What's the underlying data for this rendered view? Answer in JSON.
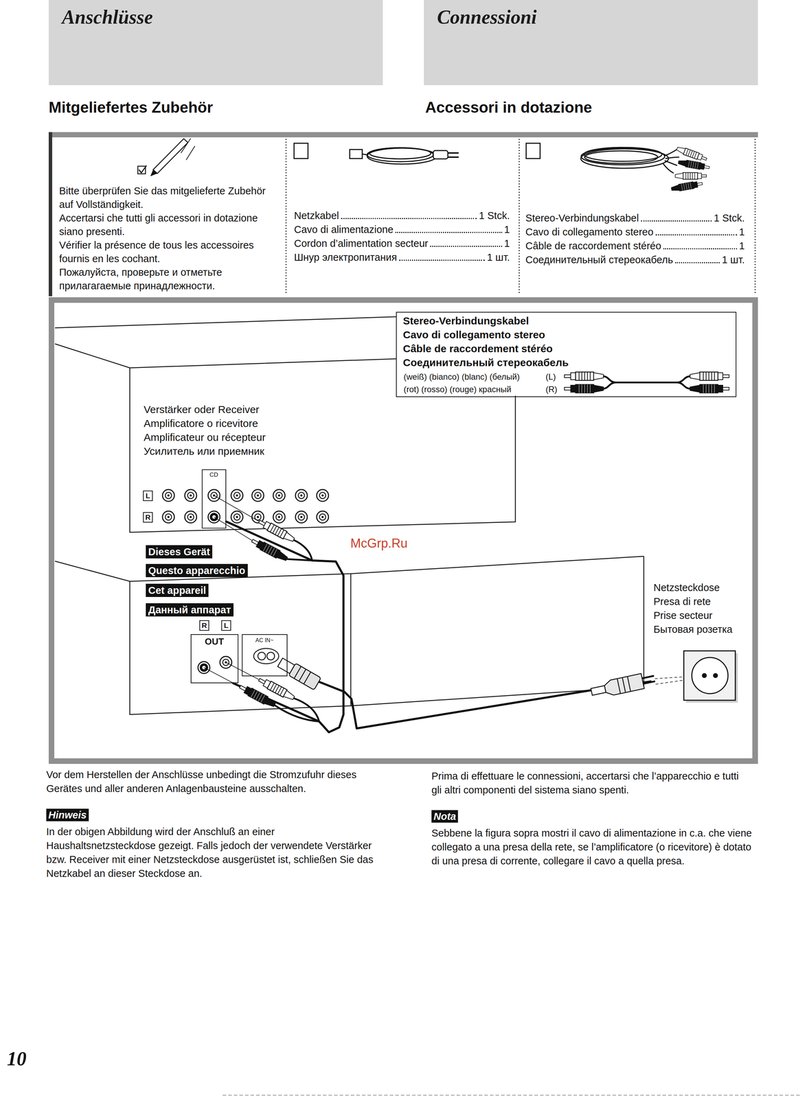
{
  "diagram": {
    "nodes": [
      {
        "text": [
          "Anschlüsse"
        ]
      },
      {
        "text": [
          "Connessioni"
        ]
      },
      {
        "text": [
          "Bitte überprüfen Sie das mitgelieferte Zubehör auf Vollständigkeit.",
          "Accertarsi che tutti gli accessori in dotazione siano presenti.",
          "Vérifier la présence de tous les accessoires fournis en les cochant.",
          "Пожалуйста, проверьте и отметьте прилагагаемые принадлежности."
        ]
      },
      {
        "text": [
          "Netzkabel",
          "1 Stck.",
          "Cavo di alimentazione",
          "1",
          "Cordon d’alimentation secteur",
          "1",
          "Шнур электропитания",
          "1 шт."
        ]
      },
      {
        "text": [
          "Stereo-Verbindungskabel",
          "1 Stck.",
          "Cavo di collegamento stereo",
          "1",
          "Câble de raccordement stéréo",
          "1",
          "Соединительный стереокабель",
          "1 шт."
        ]
      },
      {
        "text": [
          "Stereo-Verbindungskabel",
          "Cavo di collegamento stereo",
          "Câble de raccordement stéréo",
          "Соединительный стереокабель",
          "(weiß) (bianco) (blanc) (белый)",
          "(L)",
          "(rot) (rosso) (rouge) красный",
          "(R)"
        ]
      },
      {
        "text": [
          "Verstärker oder Receiver",
          "Amplificatore o ricevitore",
          "Amplificateur ou récepteur",
          "Усилитель или приемник"
        ]
      },
      {
        "text": [
          "CD"
        ],
        "in": 6
      },
      {
        "text": [
          "Dieses Gerät",
          "Questo apparecchio",
          "Cet appareil",
          "Данный аппарат"
        ]
      },
      {
        "text": [
          "OUT"
        ],
        "in": 8
      },
      {
        "text": [
          "AC IN~"
        ],
        "in": 8
      },
      {
        "text": [
          "Netzsteckdose",
          "Presa di rete",
          "Prise secteur",
          "Бытовая розетка"
        ]
      }
    ],
    "edges": [
      {
        "from": 9,
        "to": 7,
        "arrow": "none"
      },
      {
        "from": 10,
        "to": 11,
        "arrow": "none"
      }
    ],
    "labels": [
      "Mitgeliefertes Zubehör",
      "Accessori in dotazione",
      "L",
      "R",
      "R",
      "L",
      "McGrp.Ru",
      "Vor dem Herstellen der Anschlüsse unbedingt die Stromzufuhr dieses Gerätes und aller anderen Anlagenbausteine ausschalten.",
      "Prima di effettuare le connessioni, accertarsi che l’apparecchio e tutti gli altri componenti del sistema siano spenti.",
      "Hinweis",
      "In der obigen Abbildung wird der Anschluß an einer Haushaltsnetzsteckdose gezeigt. Falls jedoch der verwendete Verstärker bzw. Receiver mit einer Netzsteckdose ausgerüstet ist, schließen Sie das Netzkabel an dieser Steckdose an.",
      "Nota",
      "Sebbene la figura sopra mostri il cavo di alimentazione in c.a. che viene collegato a una presa della rete, se l’amplificatore (o ricevitore) è dotato di una presa di corrente, collegare il cavo a quella presa.",
      "10"
    ]
  }
}
